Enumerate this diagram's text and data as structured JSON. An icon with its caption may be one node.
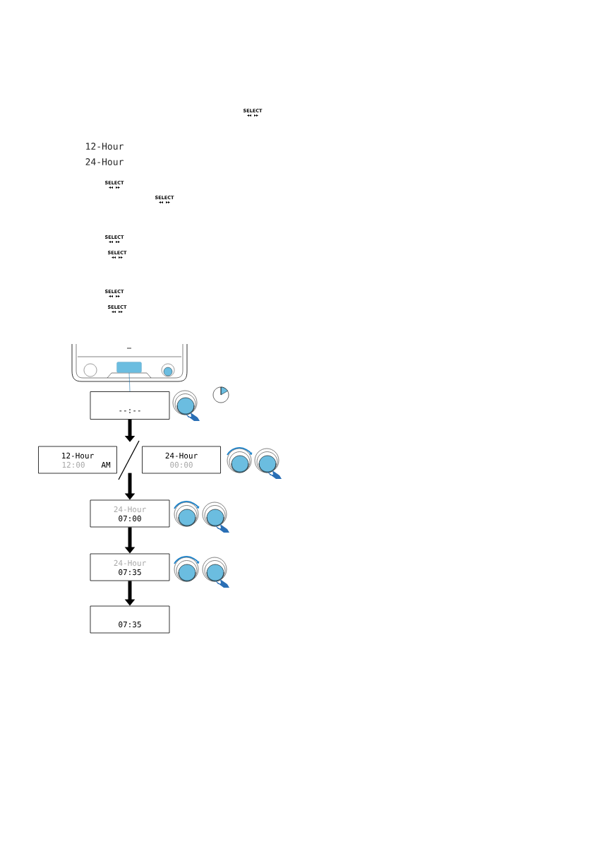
{
  "diagram": {
    "nodes": [
      {
        "text": [],
        "shape": "box"
      },
      {
        "text": [
          "--:--"
        ]
      },
      {
        "text": [
          "12-Hour",
          "12:00",
          "AM"
        ]
      },
      {
        "text": [
          "24-Hour",
          "00:00"
        ]
      },
      {
        "text": [
          "24-Hour",
          "07:00"
        ]
      },
      {
        "text": [
          "24-Hour",
          "07:35"
        ]
      },
      {
        "text": [
          "07:35"
        ]
      }
    ],
    "edges": [
      {
        "from": 0,
        "to": 1,
        "arrow": "none",
        "color": "#1a75b0"
      },
      {
        "from": 1,
        "to": 2,
        "arrow": "to"
      },
      {
        "from": 1,
        "to": 3,
        "arrow": "to"
      },
      {
        "from": 2,
        "to": 4,
        "arrow": "to"
      },
      {
        "from": 3,
        "to": 4,
        "arrow": "to"
      },
      {
        "from": 4,
        "to": 5,
        "arrow": "to"
      },
      {
        "from": 5,
        "to": 6,
        "arrow": "to"
      }
    ],
    "labels": [
      "SELECT",
      "12-Hour",
      "24-Hour",
      "SELECT",
      "SELECT",
      "SELECT",
      "SELECT",
      "SELECT",
      "SELECT"
    ]
  }
}
